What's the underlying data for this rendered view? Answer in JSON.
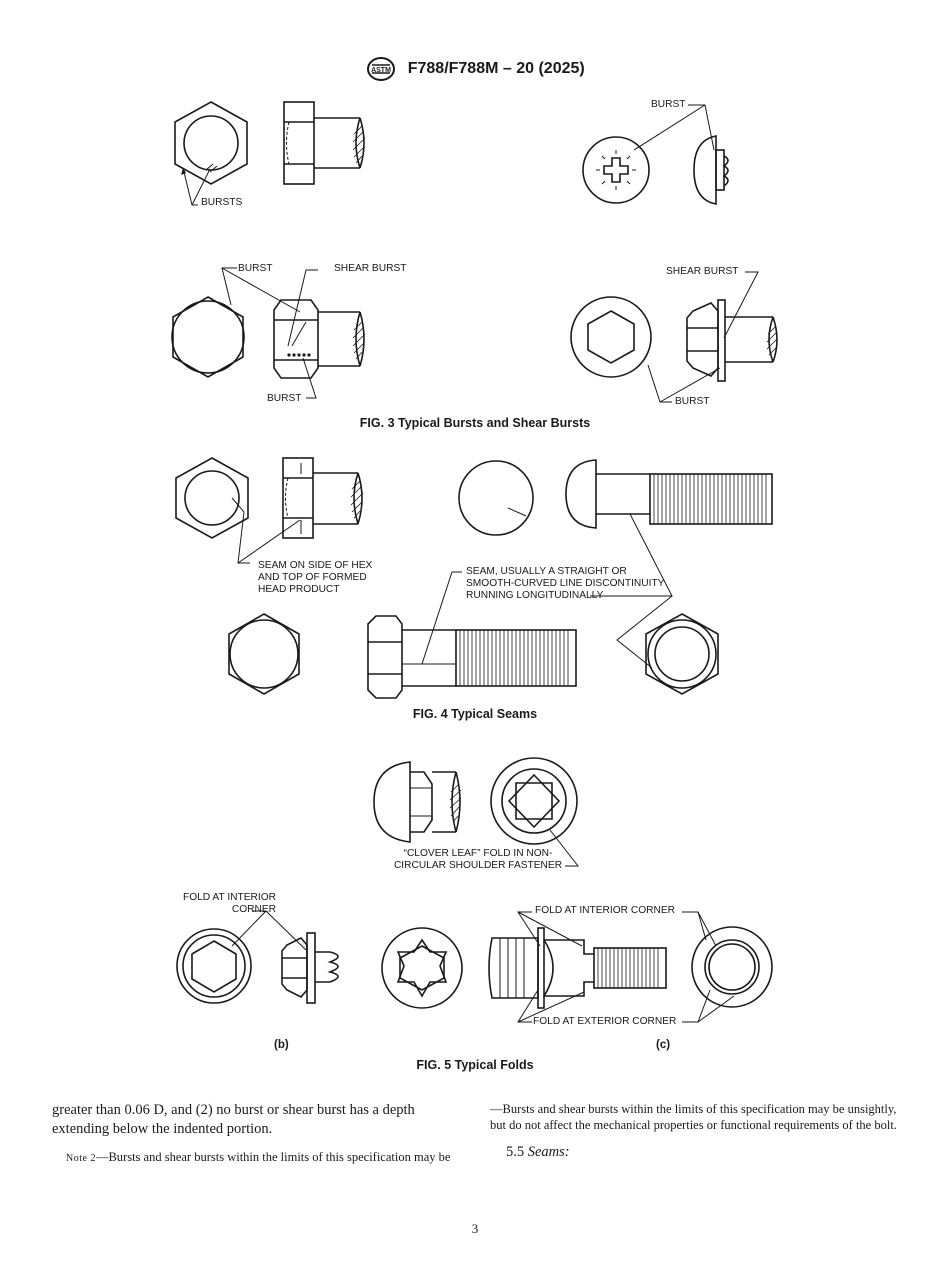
{
  "header": {
    "logo_text": "ASTM",
    "title": "F788/F788M – 20 (2025)"
  },
  "fig3": {
    "caption": "FIG. 3 Typical Bursts and Shear Bursts",
    "labels": {
      "bursts": "BURSTS",
      "burst_top": "BURST",
      "burst_left": "BURST",
      "shear_burst_left": "SHEAR BURST",
      "burst_bottom_left": "BURST",
      "shear_burst_right": "SHEAR BURST",
      "burst_bottom_right": "BURST"
    }
  },
  "fig4": {
    "caption": "FIG. 4 Typical Seams",
    "labels": {
      "seam_hex": [
        "SEAM ON SIDE OF HEX",
        "AND TOP OF FORMED",
        "HEAD PRODUCT"
      ],
      "seam_long": [
        "SEAM, USUALLY A STRAIGHT OR",
        "SMOOTH-CURVED LINE DISCONTINUITY",
        "RUNNING LONGITUDINALLY"
      ]
    }
  },
  "fig5": {
    "caption": "FIG. 5 Typical Folds",
    "labels": {
      "clover": [
        "“CLOVER LEAF” FOLD IN NON-",
        "CIRCULAR SHOULDER FASTENER"
      ],
      "fold_interior_b": [
        "FOLD AT INTERIOR",
        "CORNER"
      ],
      "fold_interior_c": "FOLD AT INTERIOR CORNER",
      "fold_exterior_c": "FOLD AT EXTERIOR CORNER",
      "sub_b": "(b)",
      "sub_c": "(c)"
    }
  },
  "body": {
    "left_para": "greater than 0.06 D, and (2) no burst or shear burst has a depth extending below the indented portion.",
    "note_label": "Note 2",
    "note_text": "—Bursts and shear bursts within the limits of this specification may be unsightly, but do not affect the mechanical properties or functional requirements of the bolt.",
    "section": "5.5",
    "section_title": "Seams:"
  },
  "page_number": "3"
}
